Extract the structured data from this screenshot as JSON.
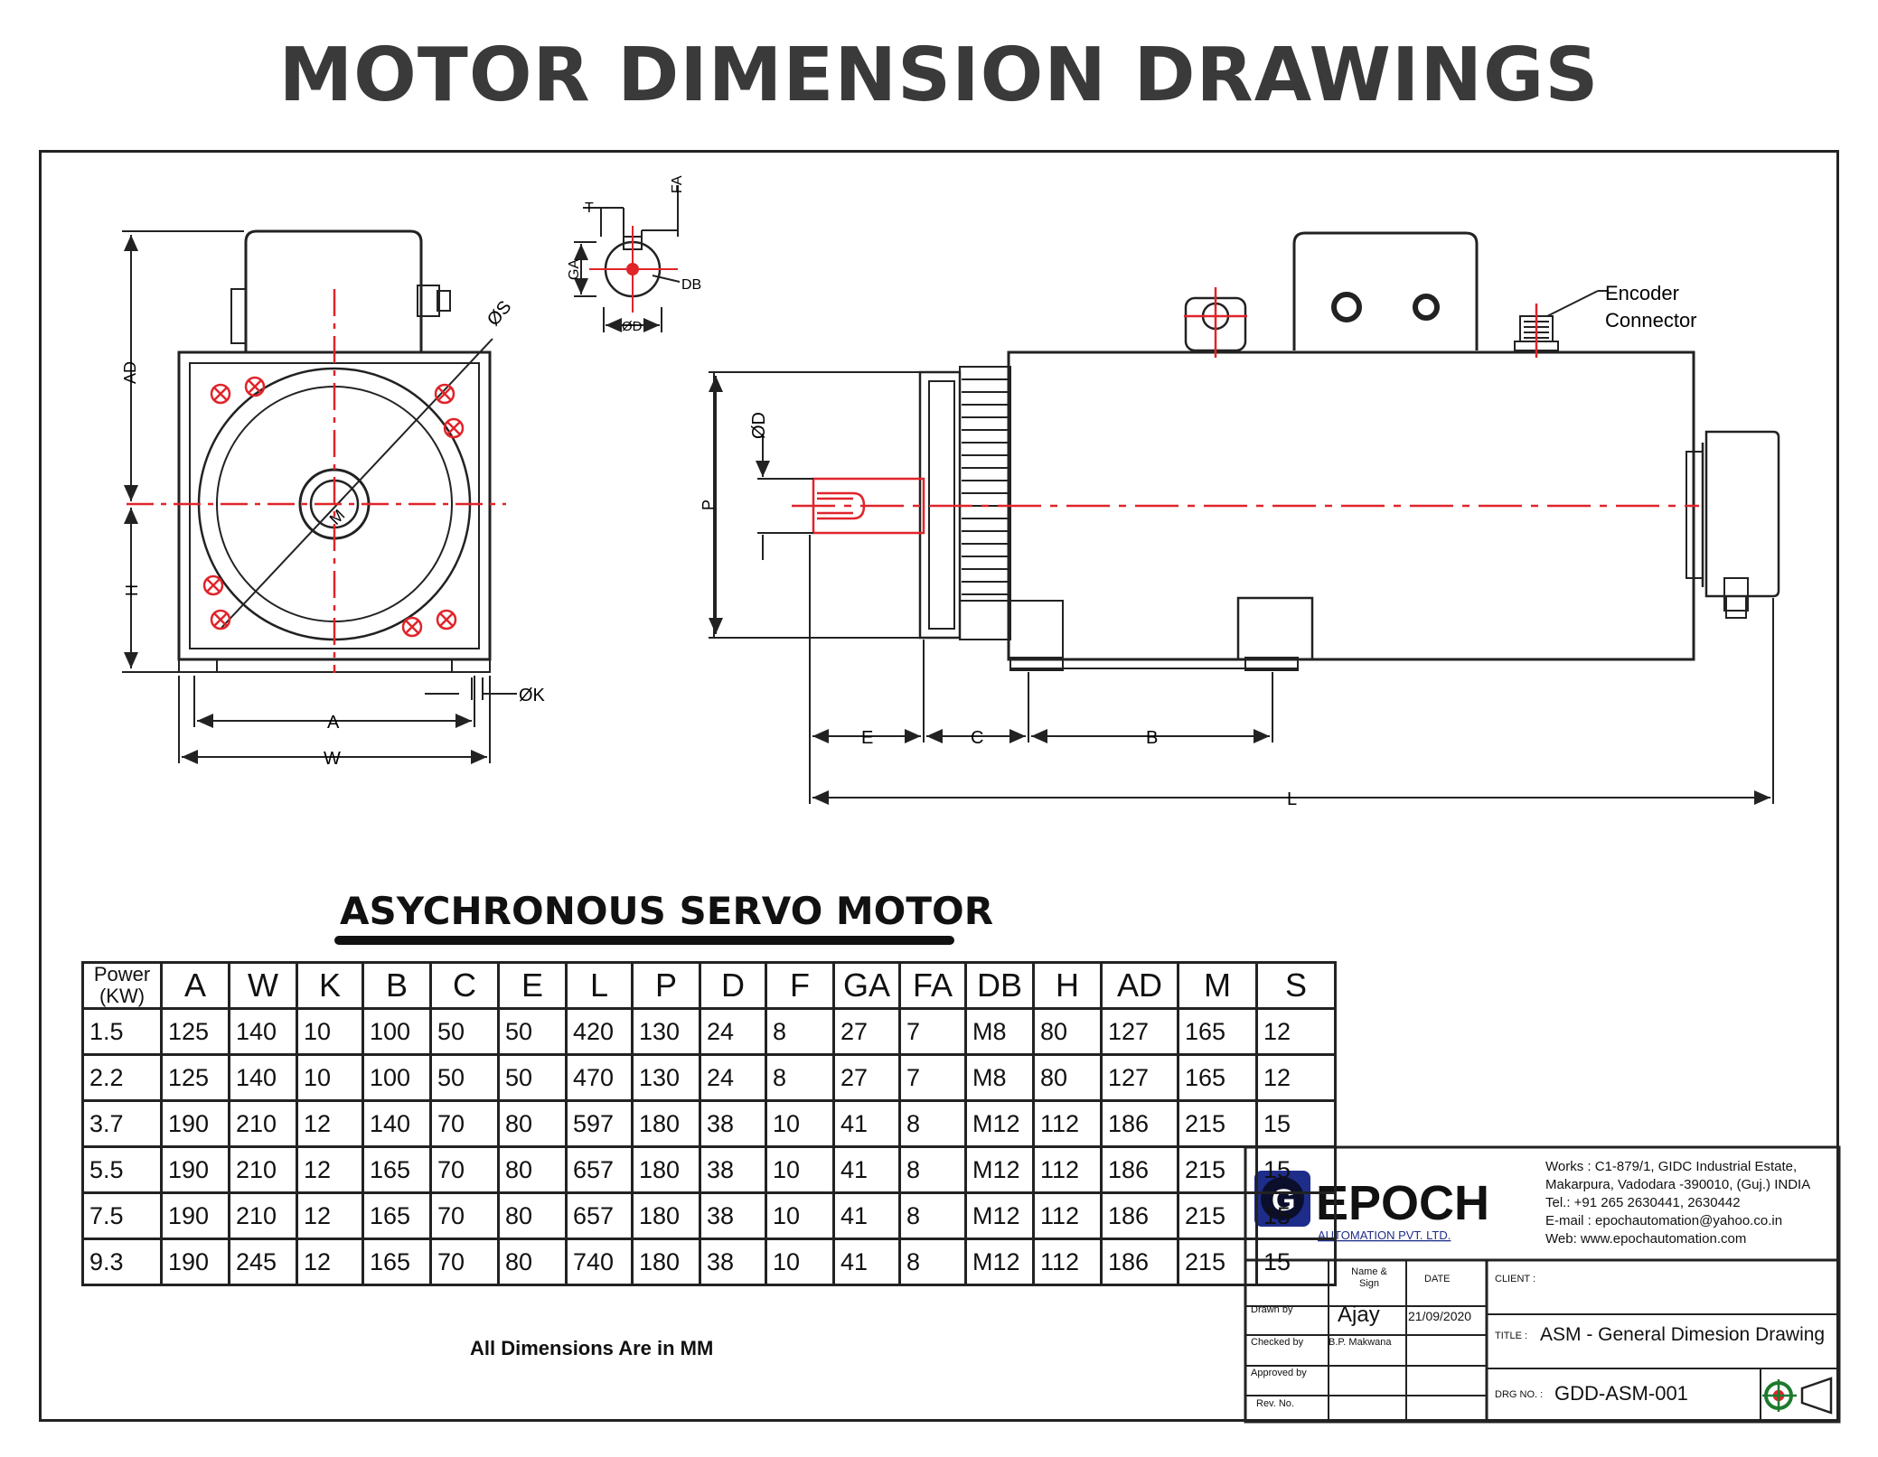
{
  "title": "MOTOR DIMENSION DRAWINGS",
  "drawing_labels": {
    "shaft_top": {
      "t": "T",
      "fa": "FA",
      "ga": "GA",
      "db": "DB",
      "od": "ØD"
    },
    "front_view": {
      "ad": "AD",
      "h": "H",
      "s": "ØS",
      "m": "M",
      "k": "ØK",
      "a": "A",
      "w": "W"
    },
    "side_view": {
      "od": "ØD",
      "p": "P",
      "e": "E",
      "c": "C",
      "b": "B",
      "l": "L",
      "encoder_line1": "Encoder",
      "encoder_line2": "Connector"
    }
  },
  "table": {
    "title": "ASYCHRONOUS SERVO MOTOR",
    "power_header_line1": "Power",
    "power_header_line2": "(KW)",
    "headers": [
      "A",
      "W",
      "K",
      "B",
      "C",
      "E",
      "L",
      "P",
      "D",
      "F",
      "GA",
      "FA",
      "DB",
      "H",
      "AD",
      "M",
      "S"
    ],
    "rows": [
      [
        "1.5",
        "125",
        "140",
        "10",
        "100",
        "50",
        "50",
        "420",
        "130",
        "24",
        "8",
        "27",
        "7",
        "M8",
        "80",
        "127",
        "165",
        "12"
      ],
      [
        "2.2",
        "125",
        "140",
        "10",
        "100",
        "50",
        "50",
        "470",
        "130",
        "24",
        "8",
        "27",
        "7",
        "M8",
        "80",
        "127",
        "165",
        "12"
      ],
      [
        "3.7",
        "190",
        "210",
        "12",
        "140",
        "70",
        "80",
        "597",
        "180",
        "38",
        "10",
        "41",
        "8",
        "M12",
        "112",
        "186",
        "215",
        "15"
      ],
      [
        "5.5",
        "190",
        "210",
        "12",
        "165",
        "70",
        "80",
        "657",
        "180",
        "38",
        "10",
        "41",
        "8",
        "M12",
        "112",
        "186",
        "215",
        "15"
      ],
      [
        "7.5",
        "190",
        "210",
        "12",
        "165",
        "70",
        "80",
        "657",
        "180",
        "38",
        "10",
        "41",
        "8",
        "M12",
        "112",
        "186",
        "215",
        "15"
      ],
      [
        "9.3",
        "190",
        "245",
        "12",
        "165",
        "70",
        "80",
        "740",
        "180",
        "38",
        "10",
        "41",
        "8",
        "M12",
        "112",
        "186",
        "215",
        "15"
      ]
    ],
    "note": "All Dimensions Are in MM"
  },
  "title_block": {
    "logo_letter": "G",
    "company_name": "EPOCH",
    "company_sub": "AUTOMATION PVT. LTD.",
    "address": [
      "Works : C1-879/1, GIDC Industrial Estate,",
      "Makarpura, Vadodara -390010, (Guj.) INDIA",
      "Tel.: +91 265 2630441, 2630442",
      "E-mail : epochautomation@yahoo.co.in",
      "Web: www.epochautomation.com"
    ],
    "name_sign_line1": "Name &",
    "name_sign_line2": "Sign",
    "date_label": "DATE",
    "client_label": "CLIENT :",
    "drawn_by_label": "Drawn by",
    "drawn_by": "Ajay",
    "drawn_date": "21/09/2020",
    "checked_by_label": "Checked by",
    "checked_by": "B.P. Makwana",
    "approved_by_label": "Approved by",
    "rev_label": "Rev. No.",
    "title_label": "TITLE :",
    "title_value": "ASM - General Dimesion Drawing",
    "drg_label": "DRG NO. :",
    "drg_value": "GDD-ASM-001"
  },
  "colors": {
    "centerline": "#e0242a",
    "ink": "#222222",
    "logo_blue": "#1f2d8a"
  }
}
